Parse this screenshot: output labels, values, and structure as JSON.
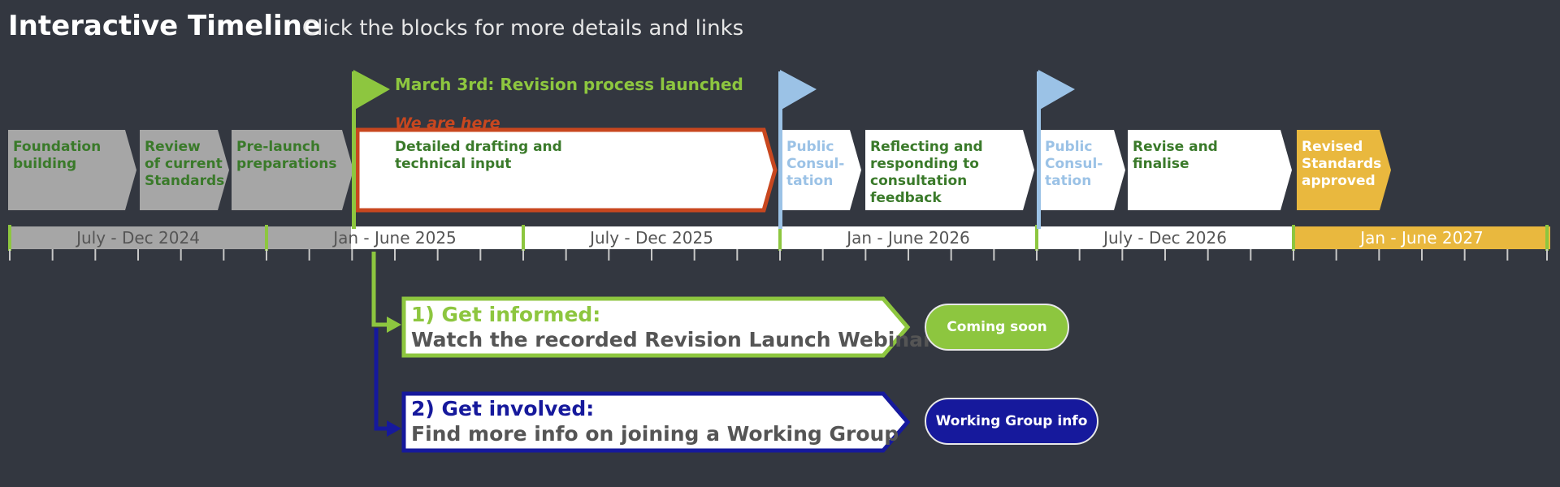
{
  "header": {
    "title": "Interactive Timeline",
    "subtitle": "Click the blocks for more details and links"
  },
  "milestones": {
    "launch": "March 3rd: Revision process launched",
    "current": "We are here"
  },
  "blocks": [
    {
      "id": "foundation",
      "lines": [
        "Foundation",
        "building"
      ],
      "style": "past"
    },
    {
      "id": "review",
      "lines": [
        "Review",
        "of current",
        "Standards"
      ],
      "style": "past"
    },
    {
      "id": "prelaunch",
      "lines": [
        "Pre-launch",
        "preparations"
      ],
      "style": "past"
    },
    {
      "id": "drafting",
      "lines": [
        "Detailed drafting and",
        "technical input"
      ],
      "style": "current"
    },
    {
      "id": "consultation1",
      "lines": [
        "Public",
        "Consul-",
        "tation"
      ],
      "style": "consult"
    },
    {
      "id": "reflecting",
      "lines": [
        "Reflecting and",
        "responding to",
        "consultation",
        "feedback"
      ],
      "style": "future"
    },
    {
      "id": "consultation2",
      "lines": [
        "Public",
        "Consul-",
        "tation"
      ],
      "style": "consult"
    },
    {
      "id": "revise",
      "lines": [
        "Revise and",
        "finalise"
      ],
      "style": "future"
    },
    {
      "id": "approved",
      "lines": [
        "Revised",
        "Standards",
        "approved"
      ],
      "style": "final"
    }
  ],
  "periods": [
    {
      "label": "July - Dec 2024",
      "style": "past"
    },
    {
      "label": "Jan - June 2025",
      "style": "mixed"
    },
    {
      "label": "July - Dec 2025",
      "style": "future"
    },
    {
      "label": "Jan - June 2026",
      "style": "future"
    },
    {
      "label": "July - Dec 2026",
      "style": "future"
    },
    {
      "label": "Jan - June 2027",
      "style": "final"
    }
  ],
  "actions": [
    {
      "heading": "1) Get informed:",
      "text": "Watch the recorded Revision Launch Webinar",
      "button": "Coming soon",
      "color": "#8dc63f",
      "headingColor": "#8dc63f"
    },
    {
      "heading": "2) Get involved:",
      "text": "Find more info on joining a Working Group",
      "button": "Working Group info",
      "color": "#16199c",
      "headingColor": "#16199c"
    }
  ],
  "colors": {
    "background": "#333740",
    "green": "#8dc63f",
    "darkgreen": "#3a7a2a",
    "orange": "#c8471f",
    "lightblue": "#9bc2e6",
    "gold": "#e9b83e",
    "grey": "#a6a6a6",
    "navy": "#16199c",
    "darktext": "#555555"
  }
}
